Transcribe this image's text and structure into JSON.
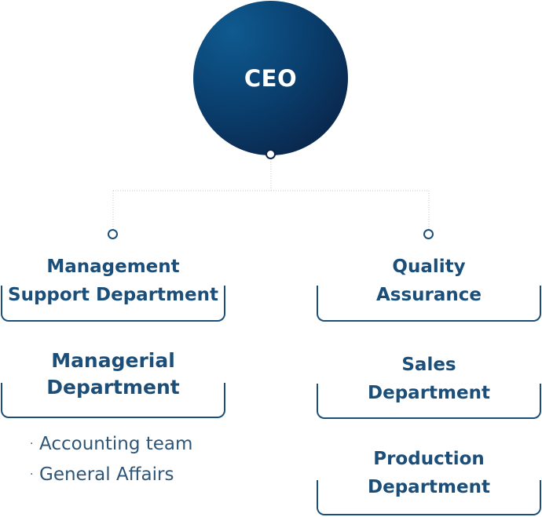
{
  "ceo": {
    "label": "CEO"
  },
  "left_column": [
    {
      "label": "Management\nSupport Department"
    },
    {
      "label": "Managerial\nDepartment"
    }
  ],
  "right_column": [
    {
      "label": "Quality\nAssurance"
    },
    {
      "label": "Sales\nDepartment"
    },
    {
      "label": "Production\nDepartment"
    }
  ],
  "managerial_teams": [
    "Accounting team",
    "General Affairs"
  ],
  "colors": {
    "ceo_fill": "#0a3f6e",
    "text": "#1b4f7a",
    "connector": "#cccccc"
  }
}
